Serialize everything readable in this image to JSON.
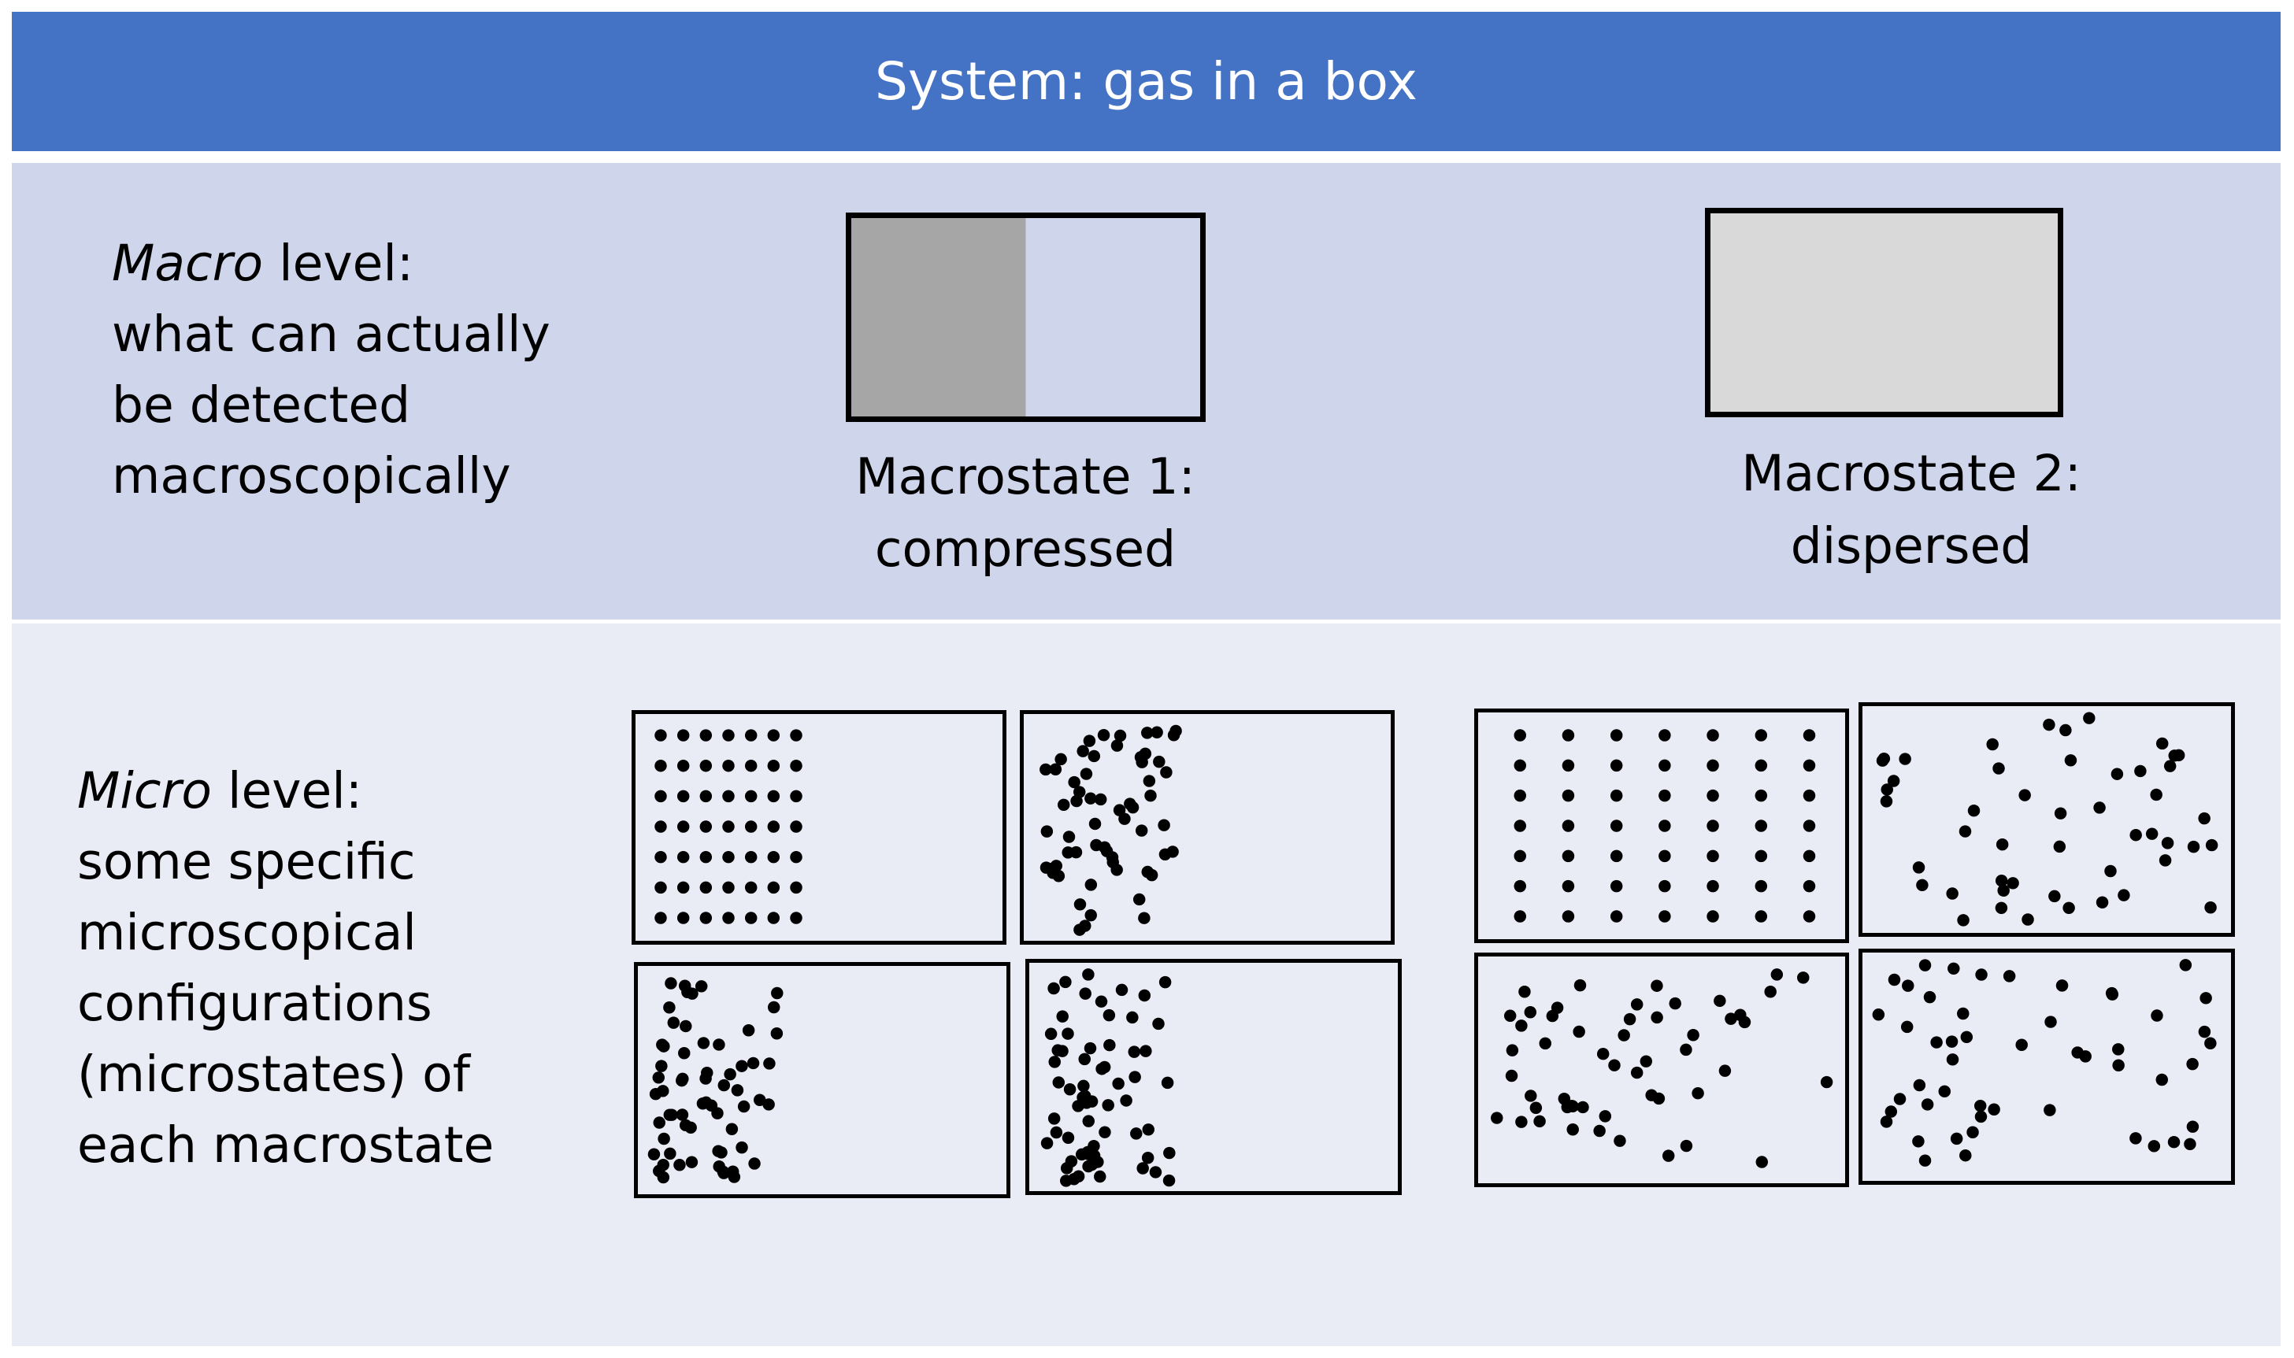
{
  "title": "System: gas in a box",
  "macro": {
    "emph": "Macro",
    "line1_rest": " level:",
    "line2": "what can actually",
    "line3": "be detected",
    "line4": "macroscopically"
  },
  "micro": {
    "emph": "Micro",
    "line1_rest": " level:",
    "line2": "some specific",
    "line3": "microscopical",
    "line4": "configurations",
    "line5": "(microstates) of",
    "line6": "each macrostate"
  },
  "macrostate1": {
    "line1": "Macrostate 1:",
    "line2": "compressed"
  },
  "macrostate2": {
    "line1": "Macrostate 2:",
    "line2": "dispersed"
  },
  "colors": {
    "title_bar": "#4472c4",
    "macro_band": "#cfd5ea",
    "micro_band": "#e9ebf5",
    "compressed_fill": "#a6a6a6",
    "dispersed_fill": "#d9d9d9"
  }
}
